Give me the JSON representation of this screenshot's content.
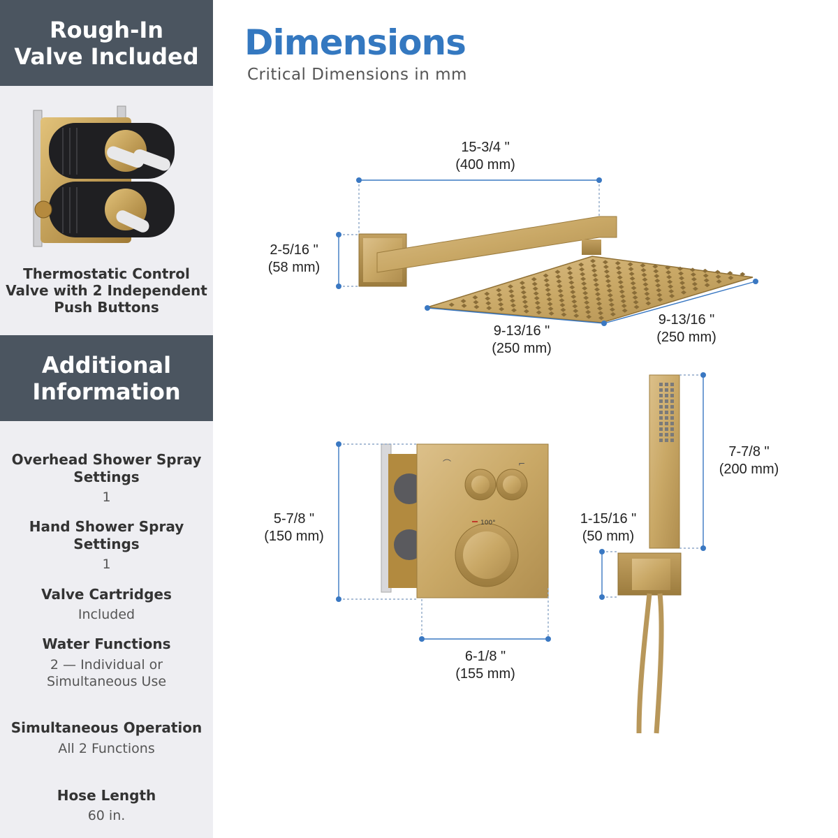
{
  "sidebar": {
    "rough_in_title": "Rough-In Valve Included",
    "valve_caption_lines": [
      "Thermostatic Control",
      "Valve with 2 Independent",
      "Push Buttons"
    ],
    "additional_title": "Additional Information",
    "specs": [
      {
        "label_lines": [
          "Overhead Shower Spray",
          "Settings"
        ],
        "value_lines": [
          "1"
        ]
      },
      {
        "label_lines": [
          "Hand Shower Spray",
          "Settings"
        ],
        "value_lines": [
          "1"
        ]
      },
      {
        "label_lines": [
          "Valve Cartridges"
        ],
        "value_lines": [
          "Included"
        ]
      },
      {
        "label_lines": [
          "Water Functions"
        ],
        "value_lines": [
          "2 — Individual or",
          "Simultaneous Use"
        ]
      },
      {
        "label_lines": [
          "Simultaneous Operation"
        ],
        "value_lines": [
          "All 2 Functions"
        ]
      },
      {
        "label_lines": [
          "Hose Length"
        ],
        "value_lines": [
          "60 in."
        ]
      }
    ]
  },
  "header": {
    "title": "Dimensions",
    "subtitle": "Critical Dimensions in mm"
  },
  "dimensions": {
    "arm_length": {
      "imperial": "15-3/4 \"",
      "metric": "(400 mm)"
    },
    "flange_height": {
      "imperial": "2-5/16 \"",
      "metric": "(58 mm)"
    },
    "head_width": {
      "imperial": "9-13/16 \"",
      "metric": "(250 mm)"
    },
    "head_depth": {
      "imperial": "9-13/16 \"",
      "metric": "(250 mm)"
    },
    "valve_height": {
      "imperial": "5-7/8 \"",
      "metric": "(150 mm)"
    },
    "valve_width": {
      "imperial": "6-1/8 \"",
      "metric": "(155 mm)"
    },
    "handshower_length": {
      "imperial": "7-7/8 \"",
      "metric": "(200 mm)"
    },
    "holder_height": {
      "imperial": "1-15/16 \"",
      "metric": "(50 mm)"
    }
  },
  "valve_label": "100°",
  "colors": {
    "sidebar_bg": "#eeeef2",
    "header_bg": "#4b5560",
    "title_blue": "#3478c0",
    "dimension_line": "#3a78c2",
    "brushed_gold": "#c9a866"
  }
}
